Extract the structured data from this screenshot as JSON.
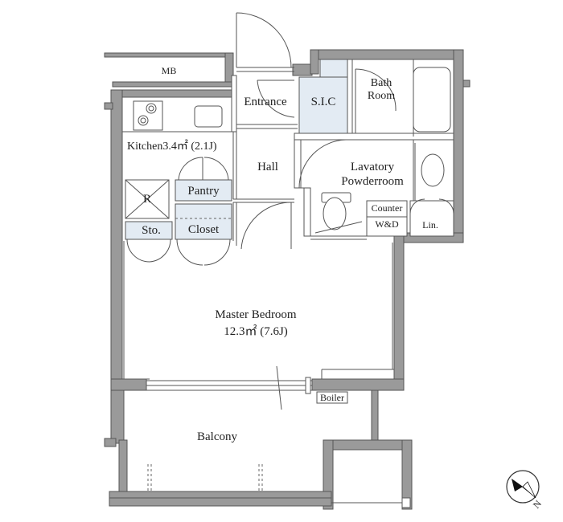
{
  "rooms": {
    "mb": "MB",
    "entrance": "Entrance",
    "sic": "S.I.C",
    "bath_line1": "Bath",
    "bath_line2": "Room",
    "kitchen": "Kitchen3.4㎡ (2.1J)",
    "hall": "Hall",
    "lavatory_line1": "Lavatory",
    "lavatory_line2": "Powderroom",
    "refrigerator": "R",
    "pantry": "Pantry",
    "counter": "Counter",
    "wd": "W&D",
    "linen": "Lin.",
    "storage": "Sto.",
    "closet": "Closet",
    "master_bedroom": "Master Bedroom",
    "master_area": "12.3㎡ (7.6J)",
    "boiler": "Boiler",
    "balcony": "Balcony"
  },
  "compass": {
    "label": "N"
  }
}
